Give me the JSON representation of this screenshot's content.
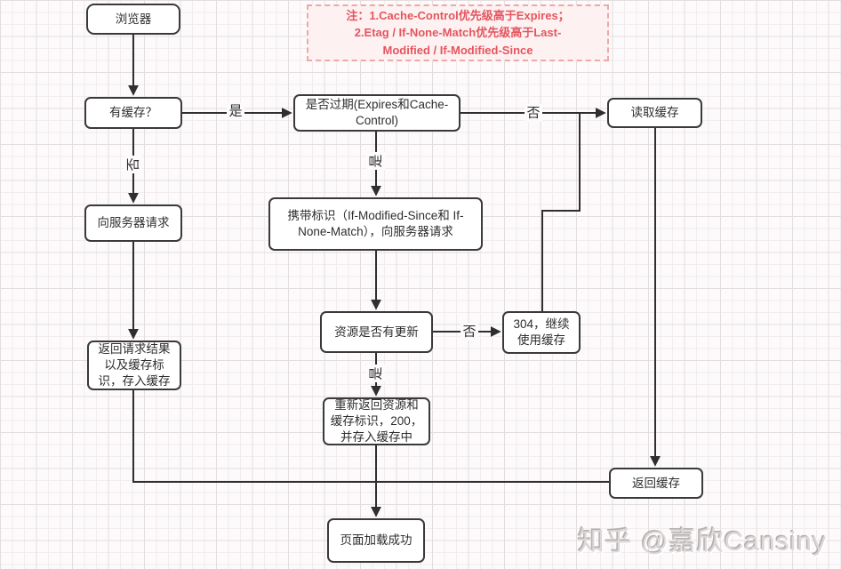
{
  "note": {
    "lines": [
      "注：1.Cache-Control优先级高于Expires；",
      "2.Etag / If-None-Match优先级高于Last-",
      "Modified / If-Modified-Since"
    ]
  },
  "nodes": {
    "browser": "浏览器",
    "has_cache": "有缓存？",
    "is_expired": "是否过期(Expires和Cache-\nControl)",
    "read_cache": "读取缓存",
    "request_server": "向服务器请求",
    "carry_flag": "携带标识（If-Modified-Since和 If-\nNone-Match），向服务器请求",
    "resource_updated": "资源是否有更新",
    "use_304": "304，继续\n使用缓存",
    "return_result": "返回请求结果\n以及缓存标\n识，存入缓存",
    "return_new": "重新返回资源和\n缓存标识，200，\n并存入缓存中",
    "return_cache": "返回缓存",
    "page_loaded": "页面加载成功"
  },
  "edge_labels": {
    "yes": "是",
    "no": "否"
  },
  "watermark": "知乎 @嘉欣Cansiny",
  "colors": {
    "note_text": "#e4565f",
    "note_border": "#eda8a8",
    "line": "#2f2f2f",
    "node_border": "#3a3a3a",
    "background": "#fcfafa"
  }
}
